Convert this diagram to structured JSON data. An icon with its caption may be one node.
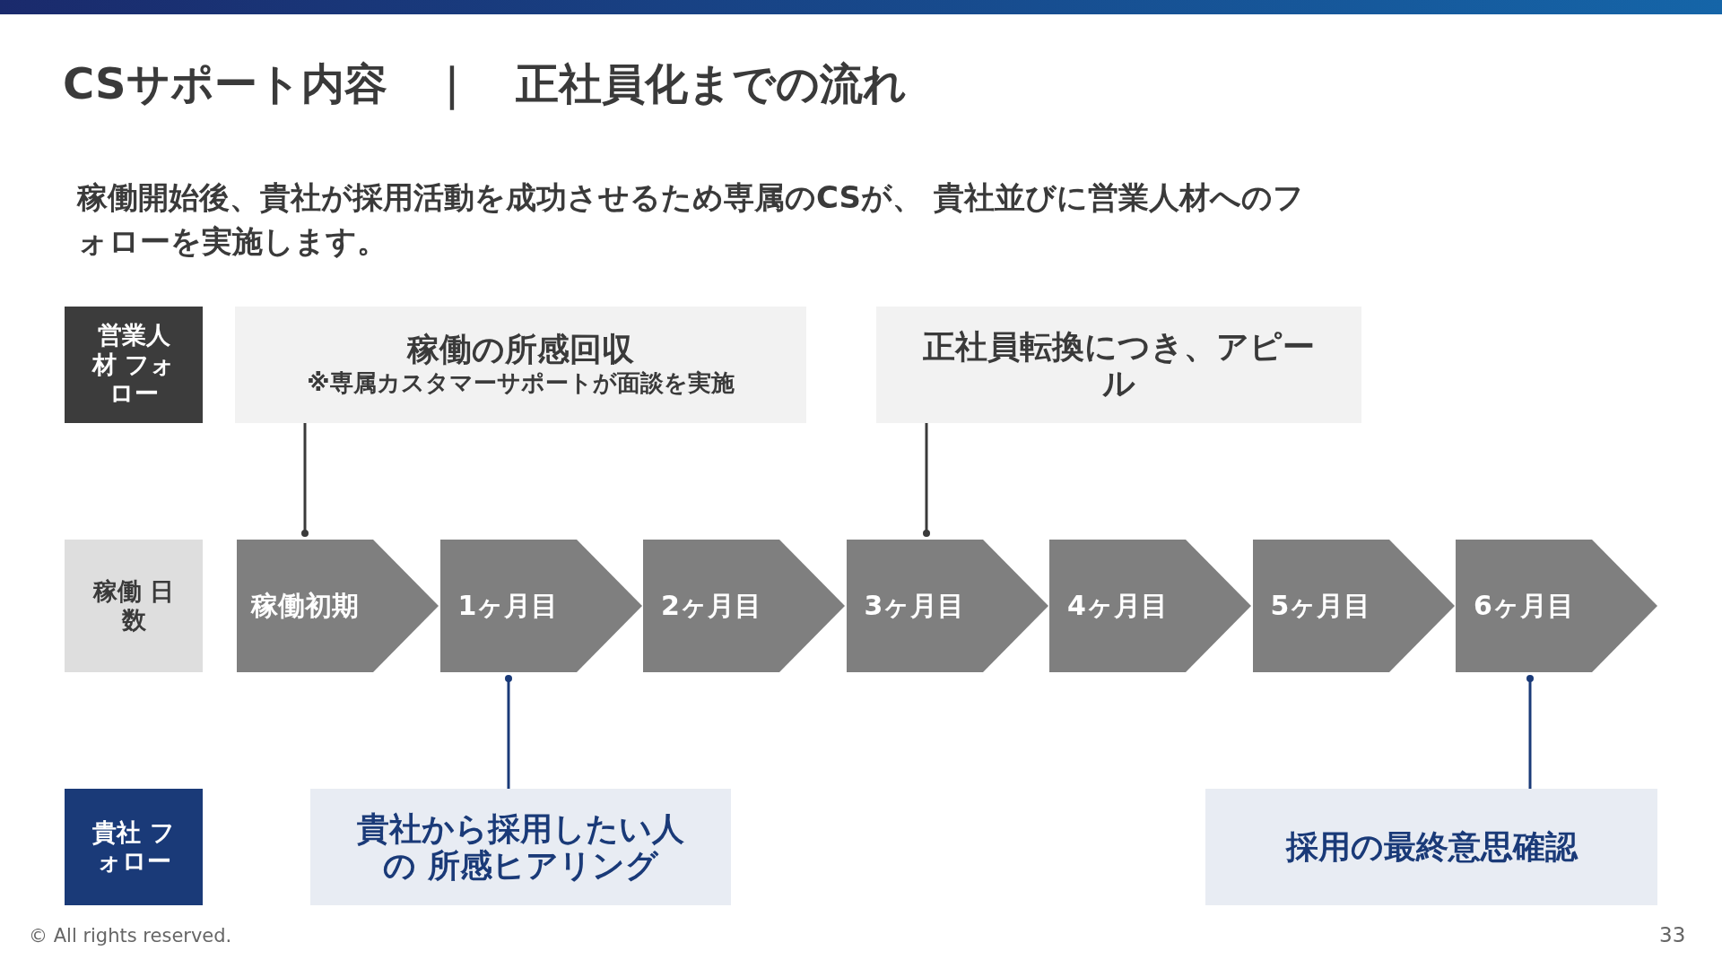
{
  "diagram": {
    "title": "CSサポート内容　｜　正社員化までの流れ",
    "nodes": [
      {
        "text": [
          "営業人材 フォロー"
        ]
      },
      {
        "text": [
          "稼働の所感回収",
          "※専属カスタマーサポートが面談を実施"
        ]
      },
      {
        "text": [
          "正社員転換につき、アピール"
        ]
      },
      {
        "text": [
          "稼働 日数"
        ]
      },
      {
        "text": [
          "稼働初期"
        ]
      },
      {
        "text": [
          "1ヶ月目"
        ]
      },
      {
        "text": [
          "2ヶ月目"
        ]
      },
      {
        "text": [
          "3ヶ月目"
        ]
      },
      {
        "text": [
          "4ヶ月目"
        ]
      },
      {
        "text": [
          "5ヶ月目"
        ]
      },
      {
        "text": [
          "6ヶ月目"
        ]
      },
      {
        "text": [
          "貴社 フォロー"
        ]
      },
      {
        "text": [
          "貴社から採用したい人の 所感ヒアリング"
        ]
      },
      {
        "text": [
          "採用の最終意思確認"
        ]
      }
    ],
    "edges": [
      {
        "from": 4,
        "to": 1,
        "arrow": "other"
      },
      {
        "from": 7,
        "to": 2,
        "arrow": "other"
      },
      {
        "from": 5,
        "to": 12,
        "arrow": "other",
        "color": "#1a3a78"
      },
      {
        "from": 10,
        "to": 13,
        "arrow": "other",
        "color": "#1a3a78"
      }
    ],
    "labels": [
      "稼働開始後、貴社が採用活動を成功させるため専属のCSが、 貴社並びに営業人材へのフォローを実施します。",
      "© All rights reserved.",
      "33"
    ]
  }
}
